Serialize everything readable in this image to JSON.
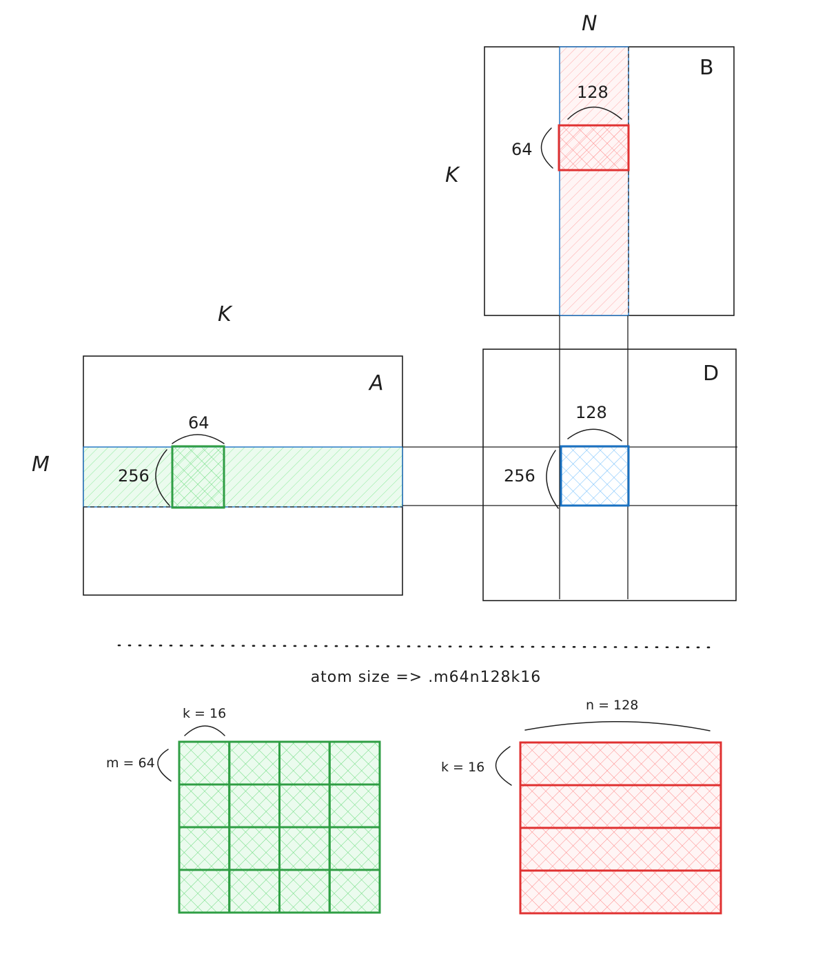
{
  "matrices": {
    "b": {
      "name": "B",
      "dim_top": "N",
      "dim_left": "K",
      "tile_width": "128",
      "tile_height": "64"
    },
    "a": {
      "name": "A",
      "dim_top": "K",
      "dim_left": "M",
      "tile_width": "64",
      "tile_height": "256"
    },
    "d": {
      "name": "D",
      "tile_width": "128",
      "tile_height": "256"
    }
  },
  "atom": {
    "title": "atom size => .m64n128k16",
    "a_tile": {
      "k_label": "k = 16",
      "m_label": "m = 64",
      "cols": 4,
      "rows": 4
    },
    "b_tile": {
      "n_label": "n = 128",
      "k_label": "k = 16",
      "rows": 4
    }
  },
  "colors": {
    "green_stroke": "#2f9e44",
    "green_fill": "#b2f2bb",
    "red_stroke": "#e03131",
    "red_fill": "#ffc9c9",
    "blue_stroke": "#1971c2",
    "blue_fill": "#a5d8ff",
    "ink": "#1e1e1e"
  }
}
